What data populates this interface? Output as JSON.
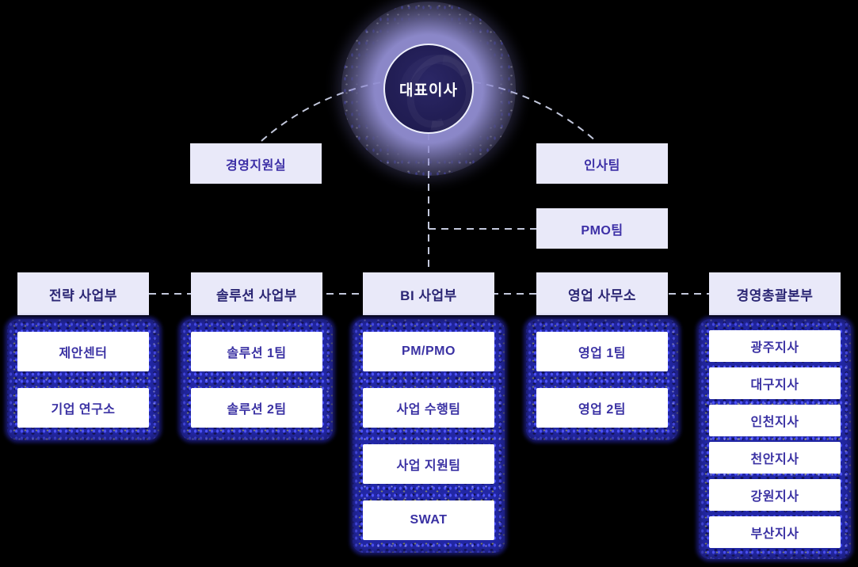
{
  "org": {
    "root": {
      "label": "대표이사"
    },
    "staff": {
      "left": {
        "label": "경영지원실"
      },
      "right": [
        {
          "label": "인사팀"
        },
        {
          "label": "PMO팀"
        }
      ]
    },
    "divisions": [
      {
        "label": "전략 사업부",
        "children": [
          "제안센터",
          "기업 연구소"
        ]
      },
      {
        "label": "솔루션 사업부",
        "children": [
          "솔루션 1팀",
          "솔루션 2팀"
        ]
      },
      {
        "label": "BI 사업부",
        "children": [
          "PM/PMO",
          "사업 수행팀",
          "사업 지원팀",
          "SWAT"
        ]
      },
      {
        "label": "영업 사무소",
        "children": [
          "영업 1팀",
          "영업 2팀"
        ]
      },
      {
        "label": "경영총괄본부",
        "children": [
          "광주지사",
          "대구지사",
          "인천지사",
          "천안지사",
          "강원지사",
          "부산지사"
        ]
      }
    ],
    "colors": {
      "background": "#000000",
      "node_bg": "#e9e9f9",
      "header_text": "#2b2674",
      "team_text": "#3a31a3",
      "staff_text": "#3c2fa6",
      "fuzz_border_blue": "#2227a5",
      "ceo_circle_bg": "#221e55",
      "ceo_glow": "#928ed2",
      "dash_line": "#c3c8dc"
    }
  }
}
